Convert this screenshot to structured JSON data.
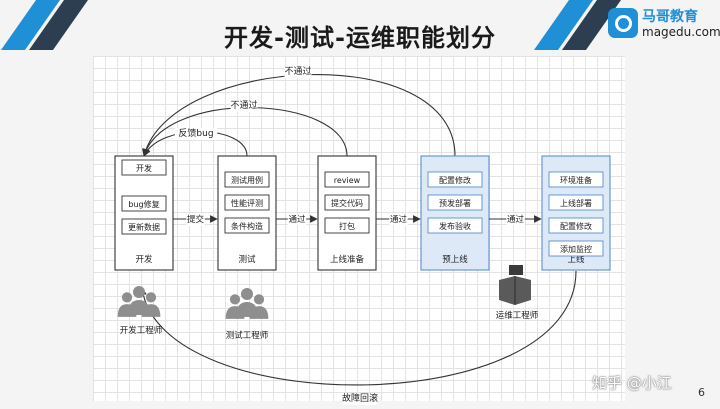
{
  "slide": {
    "title": "开发-测试-运维职能划分",
    "logo_text": "马哥教育",
    "logo_domain": "magedu.com",
    "watermark": "知乎 @小江",
    "page_number": "6"
  },
  "diagram": {
    "stages": [
      {
        "label": "开发",
        "items": [
          "开发",
          "bug修复",
          "更新数据"
        ]
      },
      {
        "label": "测试",
        "items": [
          "测试用例",
          "性能评测",
          "条件构造"
        ]
      },
      {
        "label": "上线准备",
        "items": [
          "review",
          "提交代码",
          "打包"
        ]
      },
      {
        "label": "预上线",
        "items": [
          "配置修改",
          "预发部署",
          "发布验收"
        ]
      },
      {
        "label": "上线",
        "items": [
          "环境准备",
          "上线部署",
          "配置修改",
          "添加监控"
        ]
      }
    ],
    "edges": [
      "提交",
      "通过",
      "通过",
      "通过"
    ],
    "back_edges": [
      "不通过",
      "不通过",
      "反馈bug"
    ],
    "rollback_label": "故障回滚",
    "roles": [
      "开发工程师",
      "测试工程师",
      "运维工程师"
    ]
  },
  "colors": {
    "stage_fill": "#ffffff",
    "release_fill": "#dde9f7",
    "release_border": "#5b8fd0",
    "stripe_blue": "#1f8fd6",
    "stripe_dark": "#2c3e50"
  }
}
